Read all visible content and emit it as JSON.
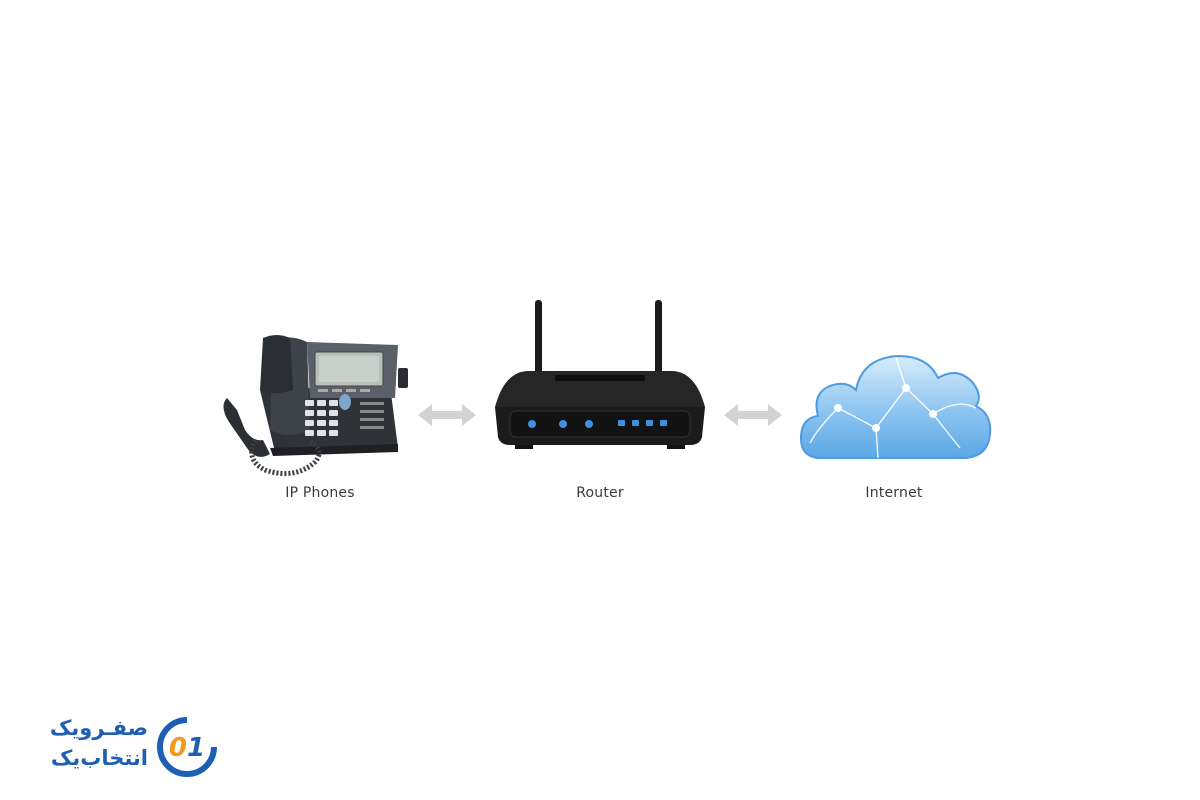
{
  "diagram": {
    "nodes": [
      {
        "id": "phone",
        "label": "IP Phones",
        "icon": "ip-phone-icon"
      },
      {
        "id": "router",
        "label": "Router",
        "icon": "router-icon"
      },
      {
        "id": "internet",
        "label": "Internet",
        "icon": "cloud-icon"
      }
    ],
    "edges": [
      {
        "from": "phone",
        "to": "router",
        "style": "bidirectional-arrow"
      },
      {
        "from": "router",
        "to": "internet",
        "style": "bidirectional-arrow"
      }
    ]
  },
  "watermark": {
    "line1": "صفـرویک",
    "line2": "انتخاب‌یک",
    "mark_text": "01",
    "colors": {
      "blue": "#1e5fb4",
      "orange": "#f39a1e"
    }
  },
  "colors": {
    "arrow": "#d0d0d0",
    "cloud": "#6cb4ea",
    "router": "#2a2a2a",
    "phone": "#3b3f45",
    "label": "#3a3a3a"
  }
}
